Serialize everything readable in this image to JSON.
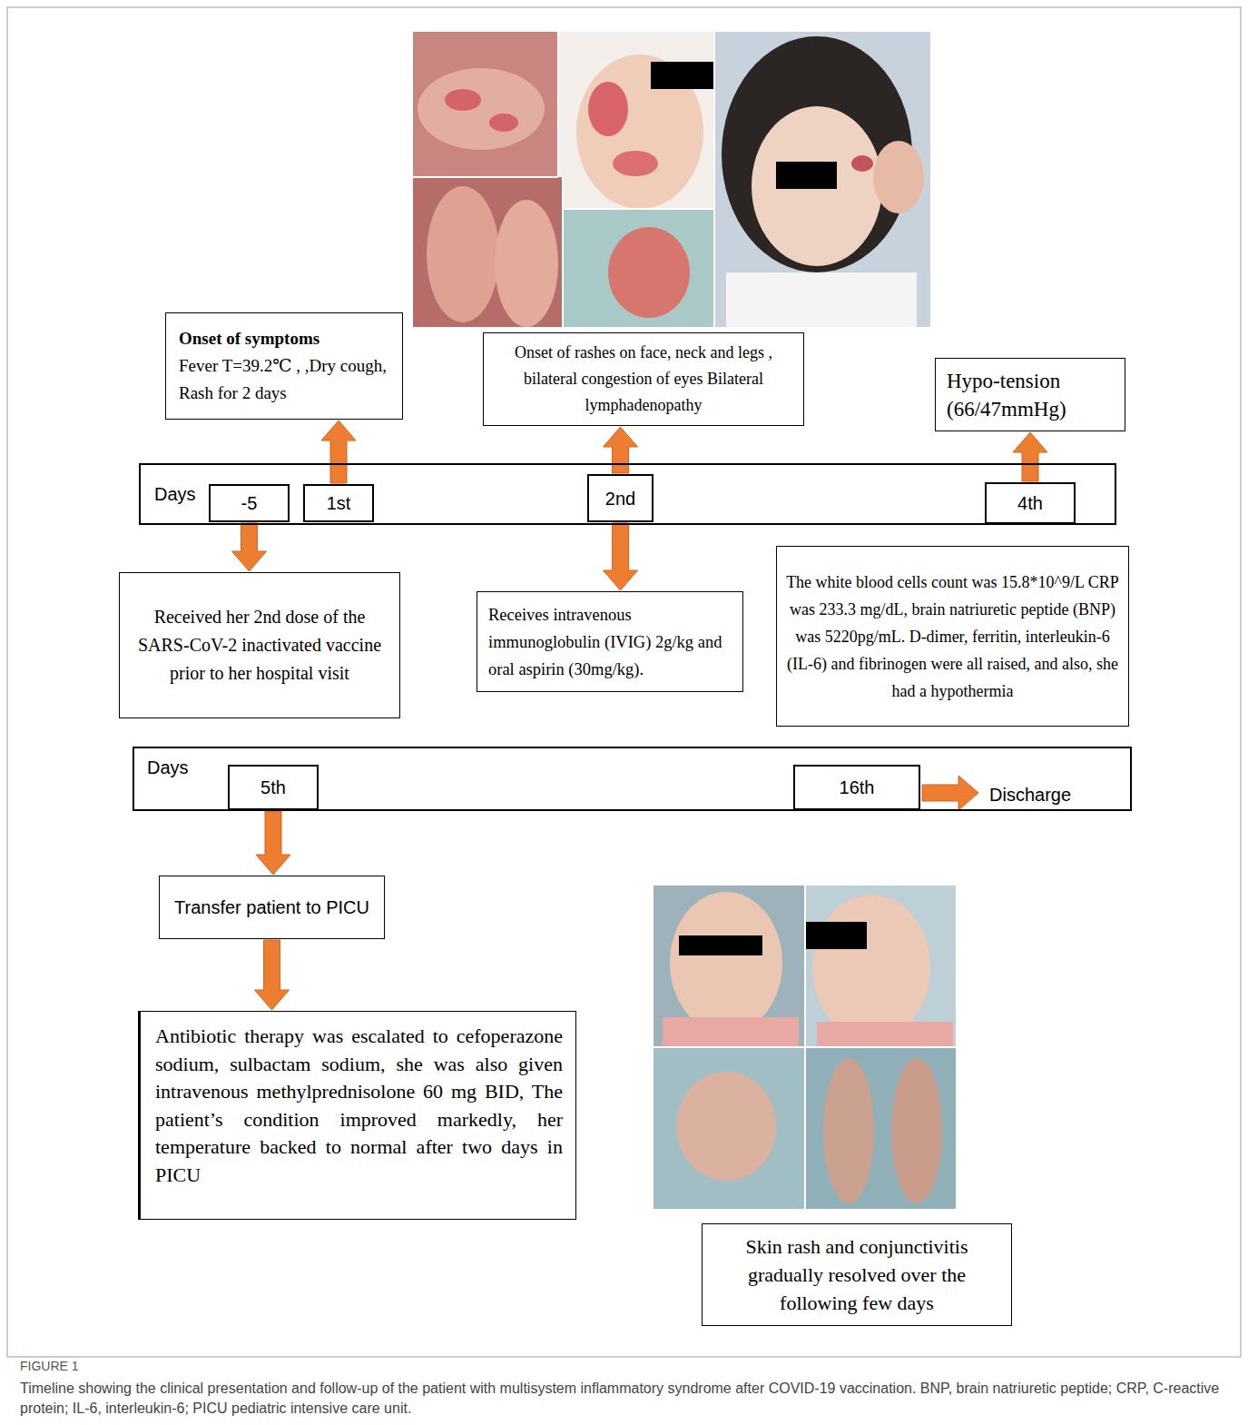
{
  "diagram": {
    "caption": "Timeline showing the clinical presentation and follow-up of the patient with multisystem inflammatory syndrome after COVID-19 vaccination. BNP, brain natriuretic peptide; CRP, C-reactive protein; IL-6, interleukin-6; PICU pediatric intensive care unit.",
    "nodes": [
      {
        "text": [
          "Onset of symptoms",
          "Fever T=39.2℃ , ,Dry cough, Rash for 2 days"
        ]
      },
      {
        "text": [
          "Onset of rashes on face, neck and legs , bilateral congestion of eyes Bilateral lymphadenopathy"
        ]
      },
      {
        "text": [
          "Hypo-tension (66/47mmHg)"
        ]
      },
      {
        "text": [
          "Days"
        ]
      },
      {
        "text": [
          "-5"
        ],
        "in": 3
      },
      {
        "text": [
          "1st"
        ],
        "in": 3
      },
      {
        "text": [
          "2nd"
        ],
        "in": 3
      },
      {
        "text": [
          "4th"
        ],
        "in": 3
      },
      {
        "text": [
          "Received her 2nd dose of the SARS-CoV-2 inactivated vaccine prior to her hospital visit"
        ]
      },
      {
        "text": [
          "Receives intravenous immunoglobulin (IVIG) 2g/kg and oral aspirin (30mg/kg)."
        ]
      },
      {
        "text": [
          "The white blood cells count was 15.8*10^9/L CRP was 233.3 mg/dL, brain natriuretic peptide (BNP) was 5220pg/mL. D-dimer, ferritin, interleukin-6 (IL-6) and fibrinogen were all raised, and also, she had a hypothermia"
        ]
      },
      {
        "text": [
          "Days",
          "Discharge"
        ]
      },
      {
        "text": [
          "5th"
        ],
        "in": 11
      },
      {
        "text": [
          "16th"
        ],
        "in": 11
      },
      {
        "text": [
          "Transfer patient to PICU"
        ]
      },
      {
        "text": [
          "Antibiotic therapy was escalated to cefoperazone sodium, sulbactam sodium, she was also given intravenous methylprednisolone 60 mg BID, The patient’s condition improved markedly, her temperature backed to normal after two days in PICU"
        ]
      },
      {
        "text": [
          "Skin rash and conjunctivitis gradually resolved over the following few days"
        ]
      }
    ],
    "edges": [
      {
        "from": 5,
        "to": 0,
        "arrow": "to"
      },
      {
        "from": 6,
        "to": 1,
        "arrow": "to"
      },
      {
        "from": 7,
        "to": 2,
        "arrow": "to"
      },
      {
        "from": 4,
        "to": 8,
        "arrow": "to"
      },
      {
        "from": 6,
        "to": 9,
        "arrow": "to"
      },
      {
        "from": 12,
        "to": 14,
        "arrow": "to"
      },
      {
        "from": 14,
        "to": 15,
        "arrow": "to"
      }
    ],
    "labels": [
      "FIGURE 1"
    ]
  }
}
